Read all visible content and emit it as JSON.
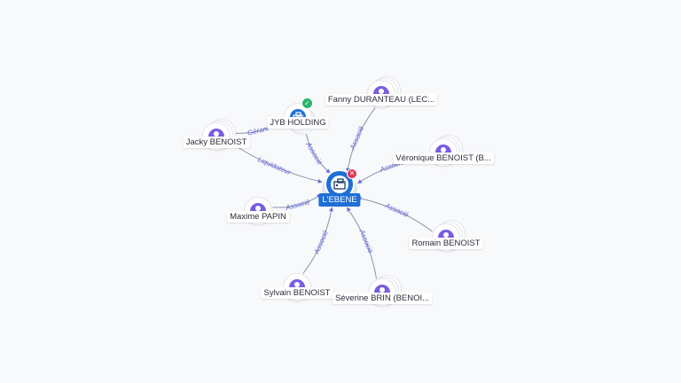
{
  "center": {
    "label": "L'EBENE",
    "icon": "company-icon",
    "status": "closed-badge"
  },
  "companies": [
    {
      "id": "jyb",
      "label": "JYB HOLDING",
      "icon": "company-icon",
      "status": "active-badge"
    }
  ],
  "persons": [
    {
      "id": "jacky",
      "label": "Jacky BENOIST"
    },
    {
      "id": "fanny",
      "label": "Fanny DURANTEAU (LEC..."
    },
    {
      "id": "veronique",
      "label": "Véronique BENOIST (B..."
    },
    {
      "id": "maxime",
      "label": "Maxime PAPIN"
    },
    {
      "id": "romain",
      "label": "Romain BENOIST"
    },
    {
      "id": "sylvain",
      "label": "Sylvain BENOIST"
    },
    {
      "id": "severine",
      "label": "Séverine BRIN (BENOI..."
    }
  ],
  "edges": [
    {
      "from": "jacky",
      "to": "jyb",
      "label": "Gérant"
    },
    {
      "from": "jacky",
      "to": "center",
      "label": "Liquidateur"
    },
    {
      "from": "jyb",
      "to": "center",
      "label": "Associé"
    },
    {
      "from": "fanny",
      "to": "center",
      "label": "Associé"
    },
    {
      "from": "veronique",
      "to": "center",
      "label": "Associé"
    },
    {
      "from": "maxime",
      "to": "center",
      "label": "Associé"
    },
    {
      "from": "romain",
      "to": "center",
      "label": "Associé"
    },
    {
      "from": "sylvain",
      "to": "center",
      "label": "Associé"
    },
    {
      "from": "severine",
      "to": "center",
      "label": "Associé"
    }
  ],
  "colors": {
    "person": "#7b5ce0",
    "company": "#1f6fd6",
    "active": "#2bb36b",
    "closed": "#e0324f",
    "edge_label": "#6366d8"
  }
}
